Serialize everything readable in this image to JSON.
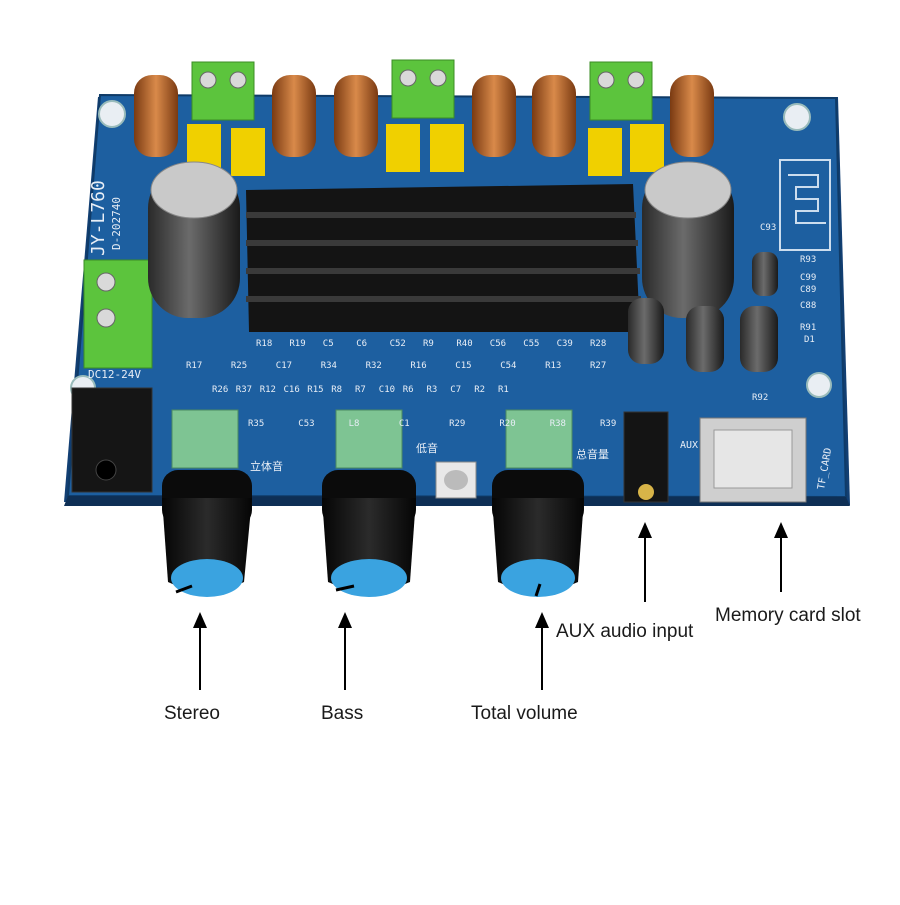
{
  "board": {
    "model_text": "JY-L760",
    "date_text": "D-202740",
    "power_text": "DC12-24V",
    "stereo_silk": "立体音",
    "bass_silk": "低音",
    "volume_silk": "总音量",
    "aux_silk": "AUX",
    "tf_silk": "TF_CARD",
    "colors": {
      "pcb": "#1d5fa0",
      "pcb_dark": "#123f73",
      "heatsink": "#141414",
      "terminal": "#5cc43d",
      "capacitor_yellow": "#f0d000",
      "coil_copper": "#b8662e",
      "knob_black": "#111111",
      "knob_cap": "#3aa3e0",
      "pot_green": "#7ec493"
    },
    "silk_labels": [
      "R18",
      "R19",
      "C5",
      "C6",
      "C52",
      "R9",
      "R40",
      "C56",
      "C55",
      "C39",
      "R28",
      "R17",
      "R25",
      "C17",
      "R34",
      "R32",
      "R16",
      "C15",
      "C54",
      "R13",
      "R27",
      "R26",
      "R37",
      "R12",
      "C16",
      "R15",
      "R8",
      "R7",
      "C10",
      "R6",
      "R3",
      "C7",
      "R2",
      "R1",
      "R35",
      "C53",
      "L8",
      "C1",
      "R29",
      "R20",
      "R38",
      "R39",
      "C93",
      "R93",
      "C99",
      "C89",
      "C88",
      "R91",
      "R92",
      "D1"
    ]
  },
  "callouts": {
    "stereo": "Stereo",
    "bass": "Bass",
    "total_volume": "Total volume",
    "aux_input": "AUX audio input",
    "memory_card": "Memory card slot"
  }
}
